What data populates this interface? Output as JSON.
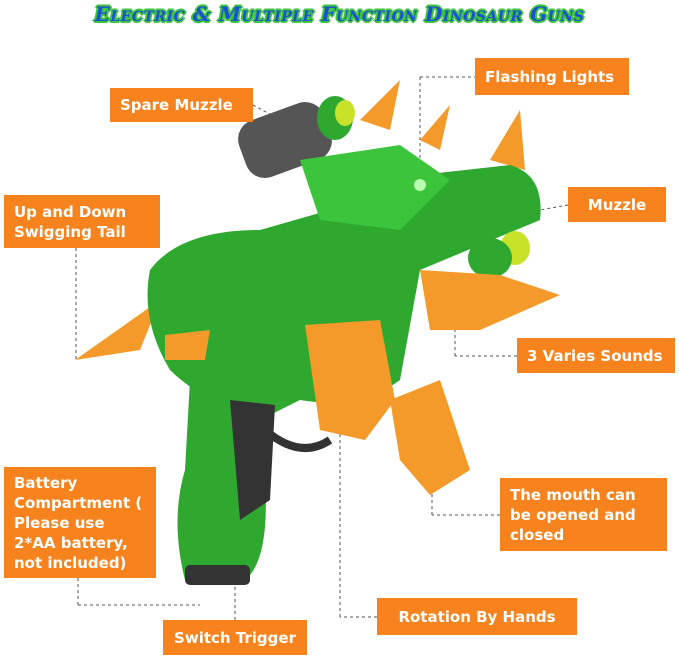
{
  "title": "Electric & Multiple Function Dinosaur Guns",
  "labels": {
    "spare_muzzle": "Spare Muzzle",
    "flashing_lights": "Flashing Lights",
    "tail": "Up and Down Swigging Tail",
    "muzzle": "Muzzle",
    "sounds": "3 Varies Sounds",
    "battery": "Battery Compartment ( Please use 2*AA battery, not included)",
    "mouth": "The mouth can be opened and closed",
    "rotation": "Rotation By Hands",
    "trigger": "Switch Trigger"
  },
  "colors": {
    "label_bg": "#f7831f",
    "title": "#1c4fd8",
    "title_outline": "#3cc43c",
    "body_green": "#2fa82f",
    "accent_orange": "#f39a2a"
  }
}
